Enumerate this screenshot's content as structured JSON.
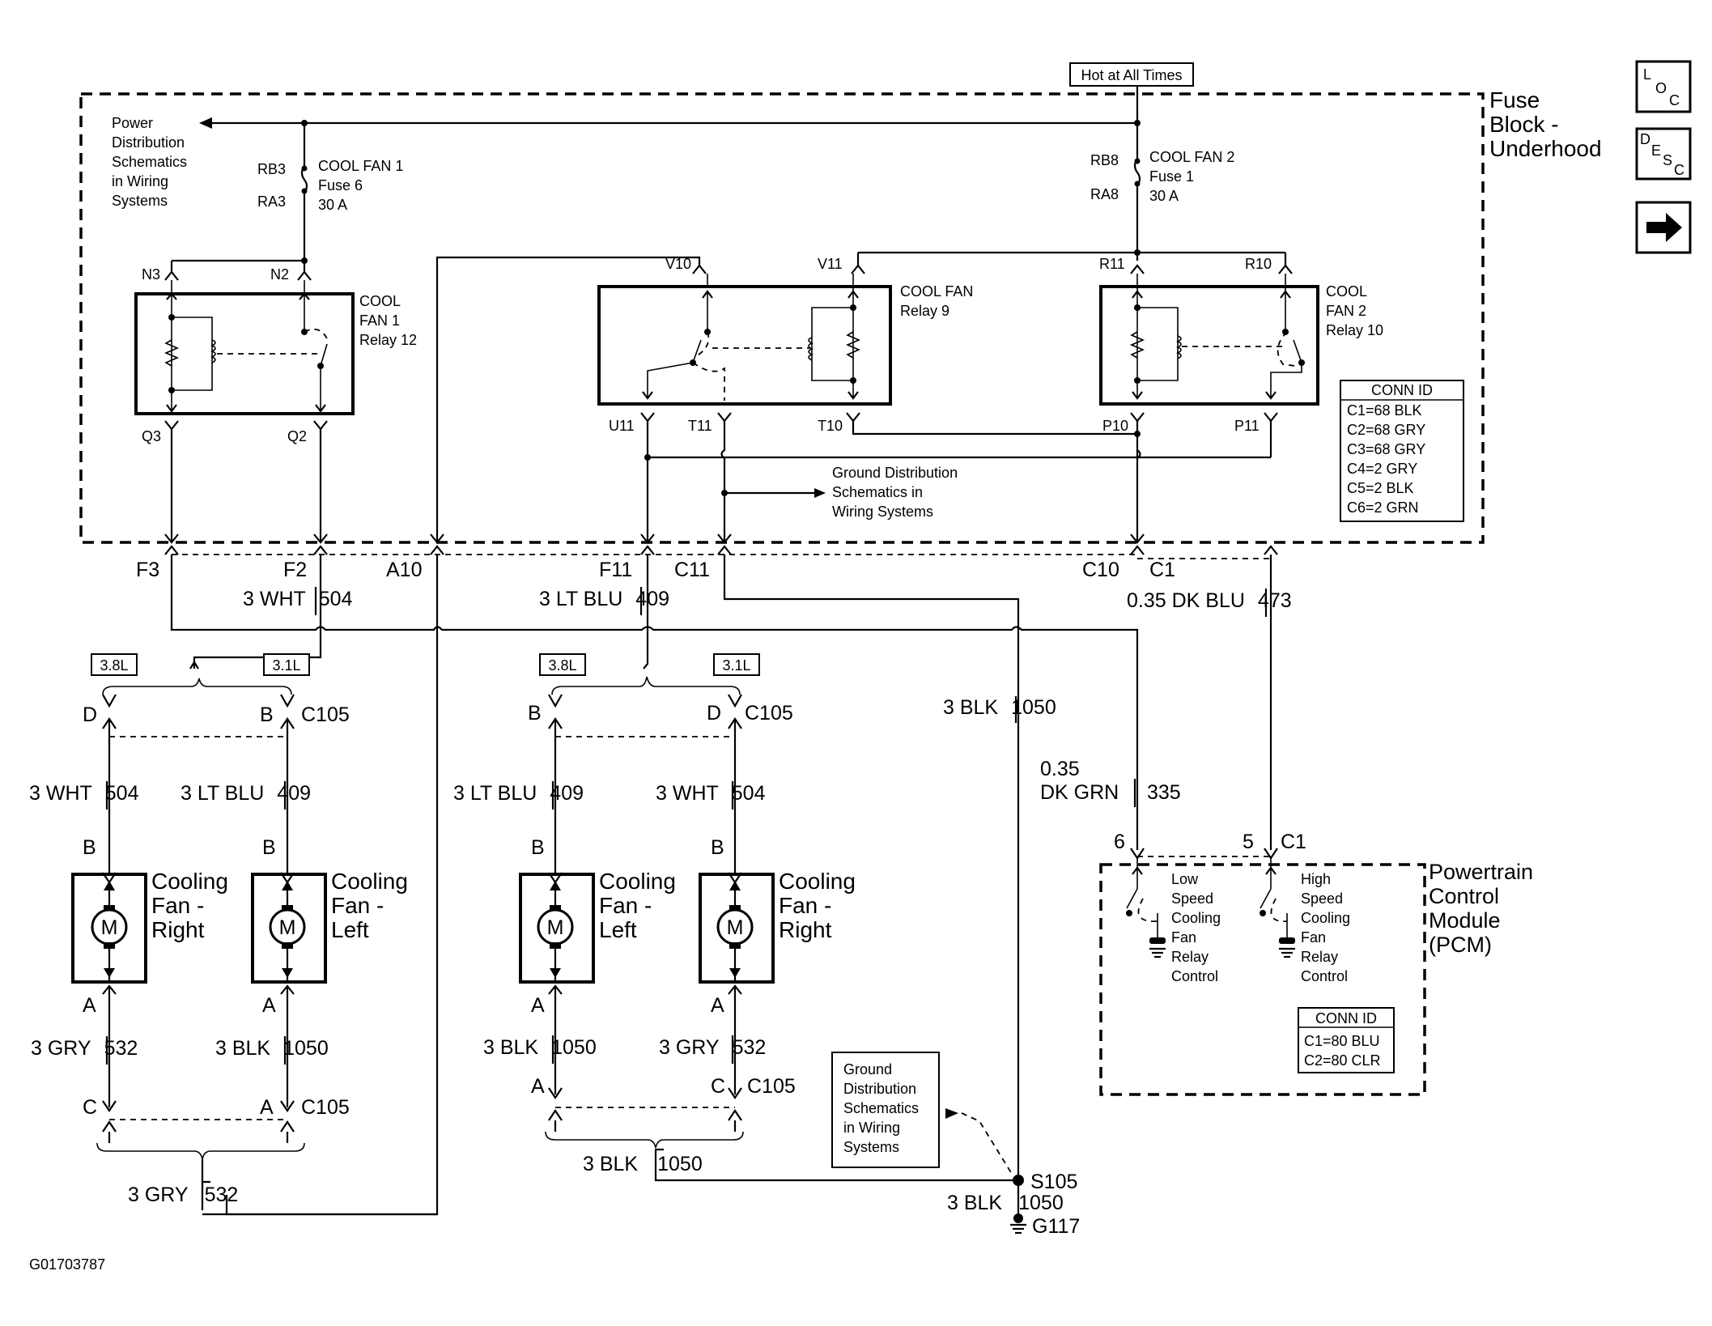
{
  "top_source": "Hot at All Times",
  "fuse_block": {
    "label_lines": [
      "Fuse",
      "Block -",
      "Underhood"
    ],
    "power_ref_lines": [
      "Power",
      "Distribution",
      "Schematics",
      "in Wiring",
      "Systems"
    ],
    "ground_ref_lines": [
      "Ground Distribution",
      "Schematics in",
      "Wiring Systems"
    ],
    "fuse1": {
      "top_pin": "RB3",
      "bottom_pin": "RA3",
      "lines": [
        "COOL FAN 1",
        "Fuse 6",
        "30 A"
      ]
    },
    "fuse2": {
      "top_pin": "RB8",
      "bottom_pin": "RA8",
      "lines": [
        "COOL FAN 2",
        "Fuse 1",
        "30 A"
      ]
    },
    "relay12": {
      "lines": [
        "COOL",
        "FAN 1",
        "Relay 12"
      ],
      "pins": {
        "n3": "N3",
        "n2": "N2",
        "q3": "Q3",
        "q2": "Q2"
      }
    },
    "relay9": {
      "lines": [
        "COOL FAN",
        "Relay 9"
      ],
      "pins": {
        "v10": "V10",
        "v11": "V11",
        "u11": "U11",
        "t11": "T11",
        "t10": "T10"
      }
    },
    "relay10": {
      "lines": [
        "COOL",
        "FAN 2",
        "Relay 10"
      ],
      "pins": {
        "r11": "R11",
        "r10": "R10",
        "p10": "P10",
        "p11": "P11"
      }
    },
    "conn_id": {
      "title": "CONN ID",
      "rows": [
        "C1=68 BLK",
        "C2=68 GRY",
        "C3=68 GRY",
        "C4=2 GRY",
        "C5=2 BLK",
        "C6=2 GRN"
      ]
    },
    "output_pins": {
      "f3": "F3",
      "f2": "F2",
      "a10": "A10",
      "f11": "F11",
      "c11": "C11",
      "c10": "C10",
      "c1": "C1"
    }
  },
  "wires": {
    "w504_top": [
      "3 WHT",
      "504"
    ],
    "w409_top": [
      "3 LT BLU",
      "409"
    ],
    "w473": [
      "0.35 DK BLU",
      "473"
    ],
    "w1050_mid": [
      "3 BLK",
      "1050"
    ],
    "w335": [
      "0.35",
      "DK GRN",
      "335"
    ],
    "l_w504": [
      "3 WHT",
      "504"
    ],
    "l_w409": [
      "3 LT BLU",
      "409"
    ],
    "r_w409": [
      "3 LT BLU",
      "409"
    ],
    "r_w504": [
      "3 WHT",
      "504"
    ],
    "l_w532": [
      "3 GRY",
      "532"
    ],
    "l_w1050": [
      "3 BLK",
      "1050"
    ],
    "r_w1050": [
      "3 BLK",
      "1050"
    ],
    "r_w532": [
      "3 GRY",
      "532"
    ],
    "bottom_532": [
      "3 GRY",
      "532"
    ],
    "bottom_1050": [
      "3 BLK",
      "1050"
    ],
    "ground_1050": [
      "3 BLK",
      "1050"
    ]
  },
  "engine_options": {
    "v38": "3.8L",
    "v31": "3.1L"
  },
  "connectors": {
    "c105": "C105",
    "left_top": [
      "D",
      "B"
    ],
    "right_top": [
      "B",
      "D"
    ],
    "left_bottom": [
      "C",
      "A"
    ],
    "right_bottom": [
      "A",
      "C"
    ]
  },
  "motors": [
    {
      "top_pin": "B",
      "bottom_pin": "A",
      "symbol": "M",
      "lines": [
        "Cooling",
        "Fan -",
        "Right"
      ]
    },
    {
      "top_pin": "B",
      "bottom_pin": "A",
      "symbol": "M",
      "lines": [
        "Cooling",
        "Fan -",
        "Left"
      ]
    },
    {
      "top_pin": "B",
      "bottom_pin": "A",
      "symbol": "M",
      "lines": [
        "Cooling",
        "Fan -",
        "Left"
      ]
    },
    {
      "top_pin": "B",
      "bottom_pin": "A",
      "symbol": "M",
      "lines": [
        "Cooling",
        "Fan -",
        "Right"
      ]
    }
  ],
  "pcm": {
    "label_lines": [
      "Powertrain",
      "Control",
      "Module",
      "(PCM)"
    ],
    "pin6": "6",
    "pin5": "5",
    "conn": "C1",
    "low_lines": [
      "Low",
      "Speed",
      "Cooling",
      "Fan",
      "Relay",
      "Control"
    ],
    "high_lines": [
      "High",
      "Speed",
      "Cooling",
      "Fan",
      "Relay",
      "Control"
    ],
    "conn_id": {
      "title": "CONN ID",
      "rows": [
        "C1=80 BLU",
        "C2=80 CLR"
      ]
    }
  },
  "ground_box_lines": [
    "Ground",
    "Distribution",
    "Schematics",
    "in Wiring",
    "Systems"
  ],
  "splice": "S105",
  "ground": "G117",
  "figure_id": "G01703787",
  "nav": {
    "loc": [
      "L",
      "O",
      "C"
    ],
    "desc": [
      "D",
      "E",
      "S",
      "C"
    ],
    "next_icon": "arrow-right-icon"
  }
}
